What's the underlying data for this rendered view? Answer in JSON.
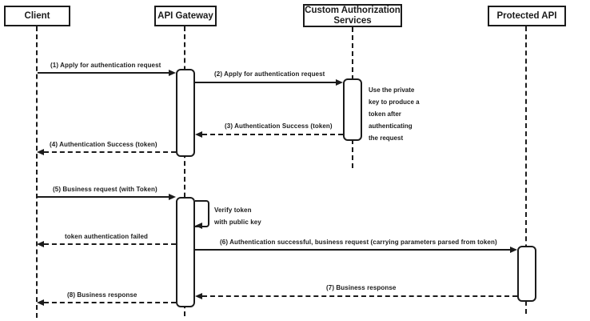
{
  "colors": {
    "ink": "#1b1b1b",
    "background": "#ffffff"
  },
  "diagram_type": "uml-sequence-diagram",
  "participants": [
    {
      "id": "client",
      "label": "Client"
    },
    {
      "id": "api-gateway",
      "label": "API Gateway"
    },
    {
      "id": "custom-authorization-services",
      "label": "Custom Authorization\nServices"
    },
    {
      "id": "protected-api",
      "label": "Protected API"
    }
  ],
  "messages": [
    {
      "seq": "1",
      "label": "(1) Apply for authentication request",
      "from": "Client",
      "to": "API Gateway",
      "line": "solid"
    },
    {
      "seq": "2",
      "label": "(2) Apply for authentication request",
      "from": "API Gateway",
      "to": "Custom Authorization Services",
      "line": "solid"
    },
    {
      "seq": "3",
      "label": "(3) Authentication Success (token)",
      "from": "Custom Authorization Services",
      "to": "API Gateway",
      "line": "dashed"
    },
    {
      "seq": "4",
      "label": "(4) Authentication Success (token)",
      "from": "API Gateway",
      "to": "Client",
      "line": "dashed"
    },
    {
      "seq": "5",
      "label": "(5) Business request (with Token)",
      "from": "Client",
      "to": "API Gateway",
      "line": "solid"
    },
    {
      "seq": "",
      "label": "Verify token\nwith public key",
      "from": "API Gateway",
      "to": "API Gateway",
      "line": "solid",
      "self_message": true
    },
    {
      "seq": "",
      "label": "token authentication failed",
      "from": "API Gateway",
      "to": "Client",
      "line": "dashed"
    },
    {
      "seq": "6",
      "label": "(6) Authentication successful, business request (carrying parameters parsed from token)",
      "from": "API Gateway",
      "to": "Protected API",
      "line": "solid"
    },
    {
      "seq": "7",
      "label": "(7) Business response",
      "from": "Protected API",
      "to": "API Gateway",
      "line": "dashed"
    },
    {
      "seq": "8",
      "label": "(8) Business response",
      "from": "API Gateway",
      "to": "Client",
      "line": "dashed"
    }
  ],
  "notes": [
    {
      "label": "Use the private\nkey to produce a\ntoken after\nauthenticating\nthe request",
      "attached_to": "Custom Authorization Services"
    }
  ]
}
